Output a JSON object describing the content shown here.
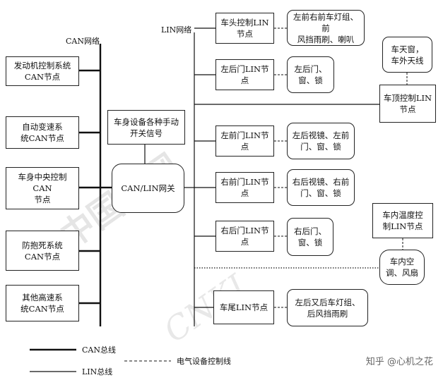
{
  "labels": {
    "can_network": "CAN网络",
    "lin_network": "LIN网络"
  },
  "can_nodes": [
    "发动机控制系统\nCAN节点",
    "自动变速系\n统CAN节点",
    "车身中央控制CAN\n节点",
    "防抱死系统\nCAN节点",
    "其他高速系\n统CAN节点"
  ],
  "manual_signal": "车身设备各种手动\n开关信号",
  "gateway": "CAN/LIN网关",
  "lin_nodes": [
    {
      "node": "车头控制LIN\n节点",
      "devices": "左前右前车灯组、前\n风挡雨刷、喇叭"
    },
    {
      "node": "左后门LIN节\n点",
      "devices": "左后门、\n窗、锁"
    },
    {
      "node": "左前门LIN节\n点",
      "devices": "左后视镜、左前\n门、窗、锁"
    },
    {
      "node": "右前门LIN节\n点",
      "devices": "右后视镜、右前\n门、窗、锁"
    },
    {
      "node": "右后门LIN节\n点",
      "devices": "右后门、\n窗、锁"
    },
    {
      "node": "车尾LIN节点",
      "devices": "左后又后车灯组、\n后风挡雨刷"
    }
  ],
  "roof": {
    "node": "车顶控制LIN\n节点",
    "devices": "车天窗，\n车外天线"
  },
  "temp": {
    "node": "车内温度控\n制LIN节点",
    "devices": "车内空\n调、风扇"
  },
  "legend": {
    "can_bus": "CAN总线",
    "lin_bus": "LIN总线",
    "control_line": "电气设备控制线"
  },
  "watermark": {
    "cnki_chinese": "中国知网",
    "cnki_latin": "CNKI"
  },
  "brand": "知乎 @心机之花"
}
